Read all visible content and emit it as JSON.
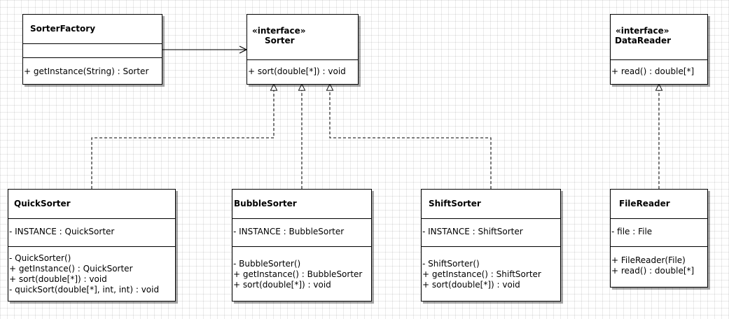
{
  "classes": {
    "sorter_factory": {
      "name": "SorterFactory",
      "attributes": [],
      "operations": [
        "+ getInstance(String) : Sorter"
      ]
    },
    "sorter": {
      "stereotype": "«interface»",
      "name": "Sorter",
      "operations": [
        "+ sort(double[*]) : void"
      ]
    },
    "data_reader": {
      "stereotype": "«interface»",
      "name": "DataReader",
      "operations": [
        "+ read() : double[*]"
      ]
    },
    "quick_sorter": {
      "name": "QuickSorter",
      "attributes": [
        "- INSTANCE : QuickSorter"
      ],
      "operations": [
        "- QuickSorter()",
        "+ getInstance() : QuickSorter",
        "+ sort(double[*]) : void",
        "- quickSort(double[*], int, int) : void"
      ]
    },
    "bubble_sorter": {
      "name": "BubbleSorter",
      "attributes": [
        "- INSTANCE : BubbleSorter"
      ],
      "operations": [
        "- BubbleSorter()",
        "+ getInstance() : BubbleSorter",
        "+ sort(double[*]) : void"
      ]
    },
    "shift_sorter": {
      "name": "ShiftSorter",
      "attributes": [
        "- INSTANCE : ShiftSorter"
      ],
      "operations": [
        "- ShiftSorter()",
        "+ getInstance() : ShiftSorter",
        "+ sort(double[*]) : void"
      ]
    },
    "file_reader": {
      "name": "FileReader",
      "attributes": [
        "- file : File"
      ],
      "operations": [
        "+ FileReader(File)",
        "+ read() : double[*]"
      ]
    }
  }
}
